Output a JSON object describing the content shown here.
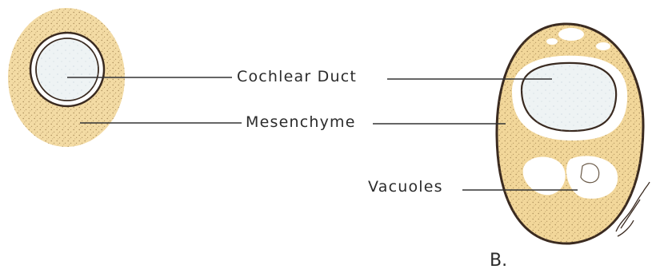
{
  "labels": {
    "cochlear_duct": "Cochlear Duct",
    "mesenchyme": "Mesenchyme",
    "vacuoles": "Vacuoles",
    "panel_b": "B."
  },
  "colors": {
    "mesenchyme_fill": "#f2d79a",
    "stipple": "#8a6b3a",
    "duct_lumen": "#eef3f4",
    "outline": "#3a2a20",
    "leader_line": "#333333"
  }
}
